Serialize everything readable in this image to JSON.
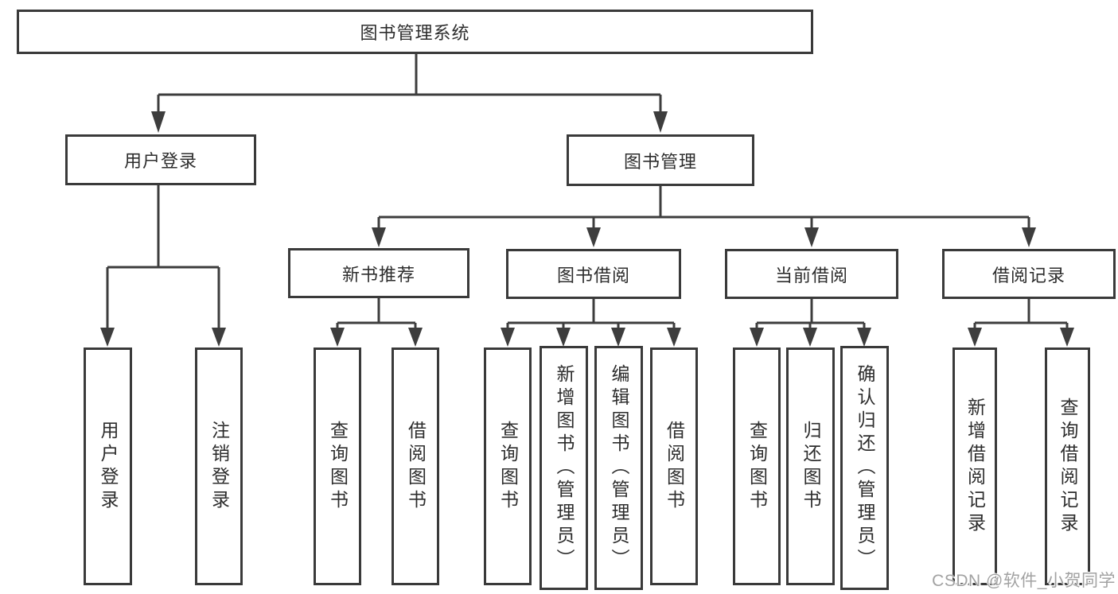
{
  "nodes": {
    "root": {
      "label": "图书管理系统"
    },
    "user_login": {
      "label": "用户登录"
    },
    "book_mgmt": {
      "label": "图书管理"
    },
    "new_book_rec": {
      "label": "新书推荐"
    },
    "book_borrow": {
      "label": "图书借阅"
    },
    "current_borrow": {
      "label": "当前借阅"
    },
    "borrow_record": {
      "label": "借阅记录"
    },
    "leaf_user_login": {
      "label": "用户登录"
    },
    "leaf_logout": {
      "label": "注销登录"
    },
    "leaf_rec_query_book": {
      "label": "查询图书"
    },
    "leaf_rec_borrow_book": {
      "label": "借阅图书"
    },
    "leaf_bb_query_book": {
      "label": "查询图书"
    },
    "leaf_bb_add_book": {
      "label": "新增图书（管理员）"
    },
    "leaf_bb_edit_book": {
      "label": "编辑图书（管理员）"
    },
    "leaf_bb_borrow_book": {
      "label": "借阅图书"
    },
    "leaf_cb_query_book": {
      "label": "查询图书"
    },
    "leaf_cb_return_book": {
      "label": "归还图书"
    },
    "leaf_cb_confirm_return": {
      "label": "确认归还（管理员）"
    },
    "leaf_br_add_record": {
      "label": "新增借阅记录"
    },
    "leaf_br_query_record": {
      "label": "查询借阅记录"
    }
  },
  "watermark": {
    "text": "CSDN @软件_小贺同学"
  },
  "colors": {
    "line": "#3d3d3d",
    "box_border": "#3a3a3a",
    "text": "#2d2d2d",
    "watermark": "#a2a2a2",
    "background": "#ffffff"
  }
}
